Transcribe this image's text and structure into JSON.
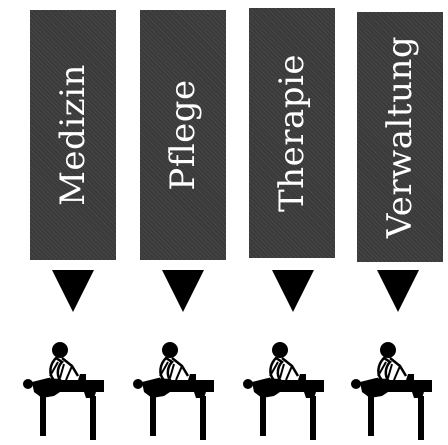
{
  "columns": [
    {
      "label": "Medizin",
      "arrow_icon": "down-triangle-icon",
      "figure_icon": "patient-care-icon"
    },
    {
      "label": "Pflege",
      "arrow_icon": "down-triangle-icon",
      "figure_icon": "patient-care-icon"
    },
    {
      "label": "Therapie",
      "arrow_icon": "down-triangle-icon",
      "figure_icon": "patient-care-icon"
    },
    {
      "label": "Verwaltung",
      "arrow_icon": "down-triangle-icon",
      "figure_icon": "patient-care-icon"
    }
  ],
  "colors": {
    "box_fill": "#3a3a3a",
    "label_text": "#ffffff",
    "arrow": "#000000"
  }
}
